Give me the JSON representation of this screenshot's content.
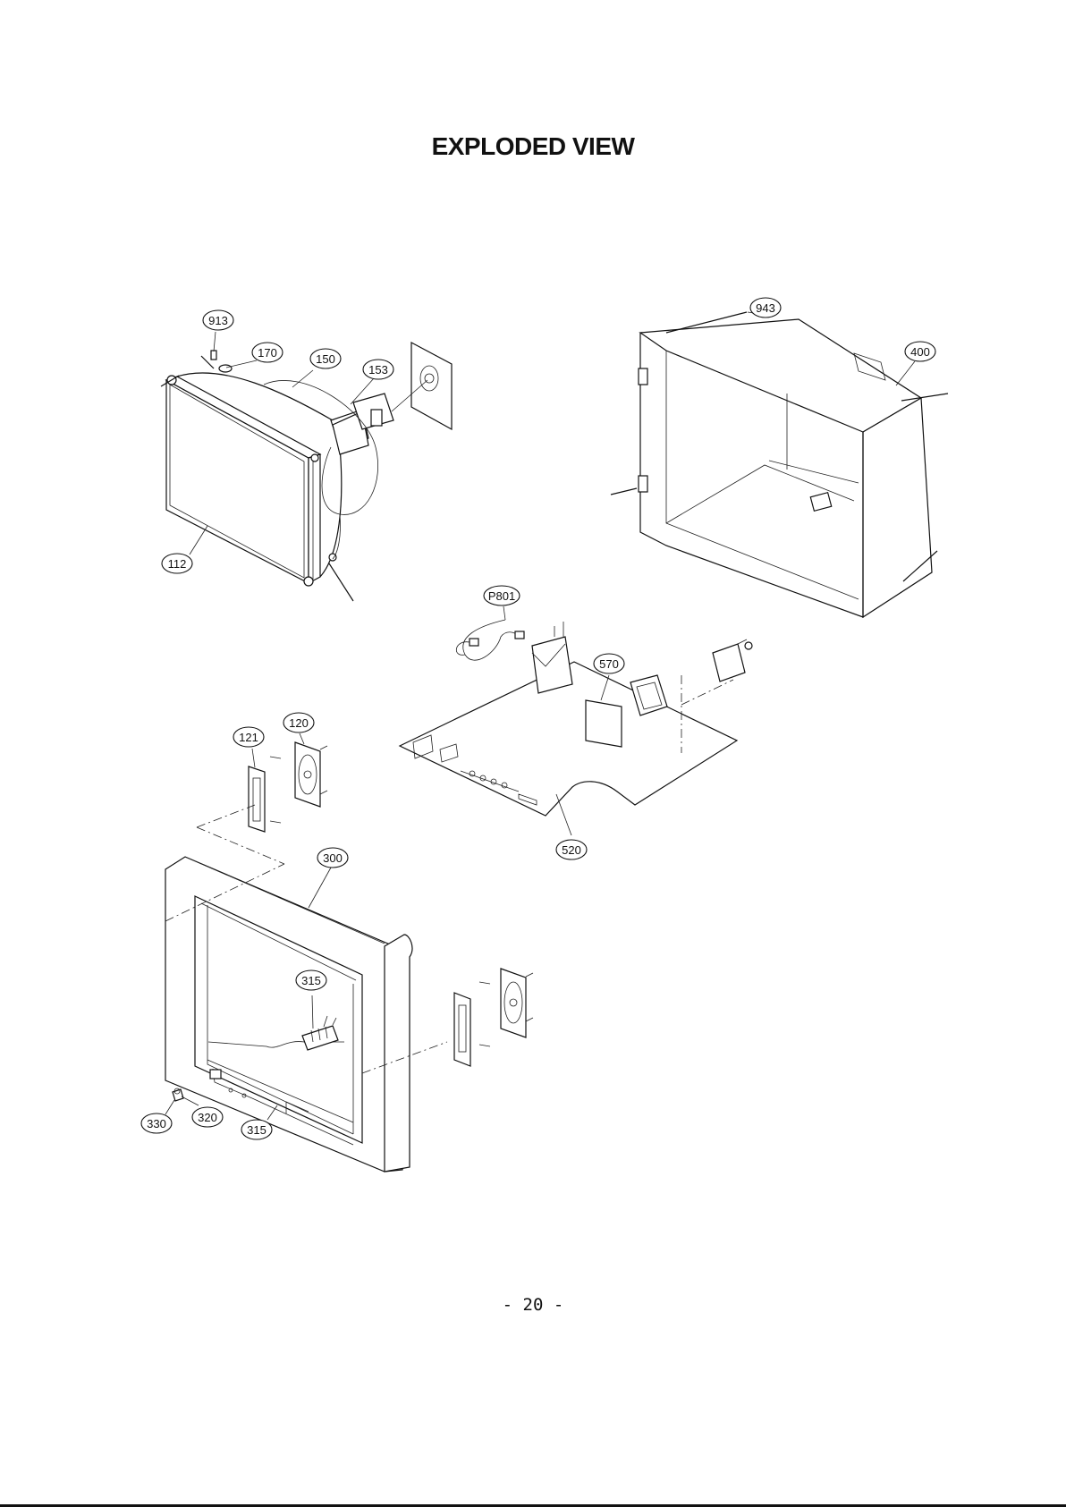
{
  "page": {
    "title": "EXPLODED VIEW",
    "page_number": "- 20 -"
  },
  "callouts": [
    {
      "id": "913",
      "label": "913"
    },
    {
      "id": "170",
      "label": "170"
    },
    {
      "id": "150",
      "label": "150"
    },
    {
      "id": "153",
      "label": "153"
    },
    {
      "id": "112",
      "label": "112"
    },
    {
      "id": "943",
      "label": "943"
    },
    {
      "id": "400",
      "label": "400"
    },
    {
      "id": "P801",
      "label": "P801"
    },
    {
      "id": "570",
      "label": "570"
    },
    {
      "id": "520",
      "label": "520"
    },
    {
      "id": "121",
      "label": "121"
    },
    {
      "id": "120",
      "label": "120"
    },
    {
      "id": "300",
      "label": "300"
    },
    {
      "id": "315a",
      "label": "315"
    },
    {
      "id": "315b",
      "label": "315"
    },
    {
      "id": "320",
      "label": "320"
    },
    {
      "id": "330",
      "label": "330"
    }
  ],
  "components": [
    "cathode-ray-tube",
    "deflection-yoke",
    "degaussing-coil",
    "pcm-magnet",
    "back-cover",
    "power-cord",
    "main-pcb",
    "fbt",
    "speaker-left",
    "speaker-right",
    "front-cabinet",
    "control-panel",
    "power-button",
    "led-window"
  ]
}
